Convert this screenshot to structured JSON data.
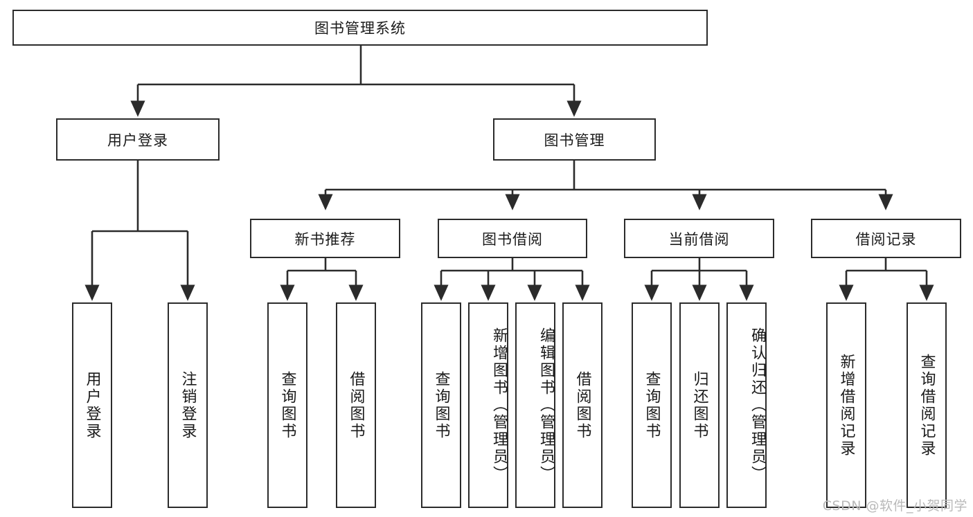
{
  "diagram": {
    "title_node": {
      "label": "图书管理系统"
    },
    "level2": [
      {
        "id": "user-login",
        "label": "用户登录"
      },
      {
        "id": "book-management",
        "label": "图书管理"
      }
    ],
    "level3": [
      {
        "id": "new-book-recommend",
        "label": "新书推荐"
      },
      {
        "id": "book-borrow",
        "label": "图书借阅"
      },
      {
        "id": "current-borrow",
        "label": "当前借阅"
      },
      {
        "id": "borrow-record",
        "label": "借阅记录"
      }
    ],
    "leaves": [
      {
        "id": "user-login-leaf",
        "label": "用户登录"
      },
      {
        "id": "logout-leaf",
        "label": "注销登录"
      },
      {
        "id": "query-book-1",
        "label": "查询图书"
      },
      {
        "id": "borrow-book-1",
        "label": "借阅图书"
      },
      {
        "id": "query-book-2",
        "label": "查询图书"
      },
      {
        "id": "add-book-admin",
        "label": "新增图书（管理员）"
      },
      {
        "id": "edit-book-admin",
        "label": "编辑图书（管理员）"
      },
      {
        "id": "borrow-book-2",
        "label": "借阅图书"
      },
      {
        "id": "query-book-3",
        "label": "查询图书"
      },
      {
        "id": "return-book",
        "label": "归还图书"
      },
      {
        "id": "confirm-return-admin",
        "label": "确认归还（管理员）"
      },
      {
        "id": "add-borrow-record",
        "label": "新增借阅记录"
      },
      {
        "id": "query-borrow-record",
        "label": "查询借阅记录"
      }
    ],
    "watermark": "CSDN @软件_小贺同学",
    "colors": {
      "stroke": "#2b2b2b",
      "fill": "#ffffff",
      "text": "#1a1a1a",
      "watermark": "#b9b9b9"
    }
  }
}
